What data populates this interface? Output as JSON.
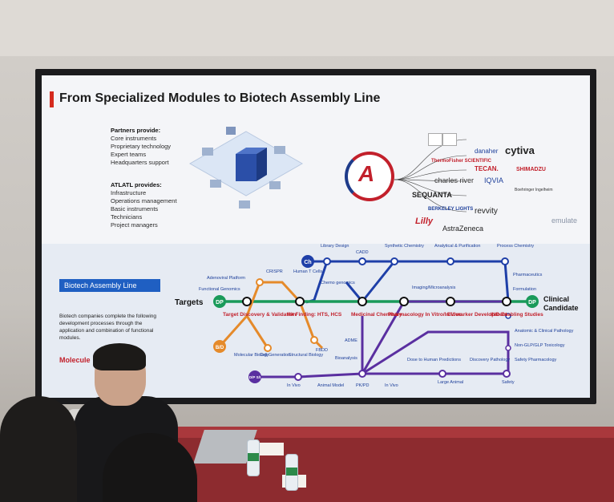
{
  "slide": {
    "title": "From Specialized Modules to Biotech Assembly Line",
    "partners_heading": "Partners provide:",
    "partners_items": [
      "Core instruments",
      "Proprietary technology",
      "Expert teams",
      "Headquarters support"
    ],
    "atlatl_heading": "ATLATL provides:",
    "atlatl_items": [
      "Infrastructure",
      "Operations management",
      "Basic instruments",
      "Technicians",
      "Project managers"
    ],
    "partner_logos": [
      "danaher",
      "cytiva",
      "ThermoFisher SCIENTIFIC",
      "TECAN.",
      "SHIMADZU",
      "charles river",
      "IQVIA",
      "SEQUANTA",
      "Boehringer Ingelheim",
      "BERKELEY LIGHTS",
      "revvity",
      "Lilly",
      "AstraZeneca",
      "emulate"
    ],
    "section_tag": "Biotech Assembly Line",
    "description": "Biotech companies complete the following development processes through the application and combination of functional modules.",
    "molecule_label": "Molecule",
    "start_label": "Targets",
    "end_label_1": "Clinical",
    "end_label_2": "Candidate",
    "stations": {
      "library_design": "Library Design",
      "cadd": "CADD",
      "synthetic_chemistry": "Synthetic Chemistry",
      "analytical": "Analytical & Purification",
      "process_chemistry": "Process Chemistry",
      "adenoviral": "Adenoviral Platform",
      "crispr": "CRISPR",
      "human_t": "Human T Cells",
      "functional_genomics": "Functional Genomics",
      "chemogenomics": "Chemo genomics",
      "imaging": "Imaging/Microanalysis",
      "pharmaceutics": "Pharmaceutics",
      "formulation": "Formulation",
      "target_discovery": "Target Discovery & Validation",
      "hit_finding": "Hit Finding: HTS, HCS",
      "medicinal_chemistry": "Medicinal Chemistry",
      "pharmacology": "Pharmacology In Vitro/In Vivo",
      "biomarker": "Biomarker Development",
      "ind": "IND Enabling Studies",
      "adme": "ADME",
      "molecular_biology": "Molecular Biology",
      "cell_generation": "Cell Generation",
      "structural_biology": "Structural Biology",
      "fbdd": "FBDD",
      "bioanalysis": "Bioanalysis",
      "dose_prediction": "Dose to Human Predictions",
      "discovery_pathology": "Discovery Pathology",
      "anatomic_pathology": "Anatomic & Clinical Pathology",
      "non_glp": "Non-GLP/GLP Toxicology",
      "safety_pharmacology": "Safety Pharmacology",
      "in_vivo_1": "In Vivo",
      "animal_model": "Animal Model",
      "pkpd": "PK/PD",
      "in_vivo_2": "In Vivo",
      "large_animal": "Large Animal",
      "safety": "Safety"
    },
    "line_badges": {
      "ch": "Ch",
      "dp_start": "DP",
      "bd": "B/D",
      "dps": "D/P S/I",
      "dp_end": "DP"
    },
    "line_colors": {
      "blue": "#1e3fa8",
      "green": "#1a9a5a",
      "orange": "#e58a2a",
      "purple": "#5a2fa0",
      "red": "#c2202b"
    }
  }
}
